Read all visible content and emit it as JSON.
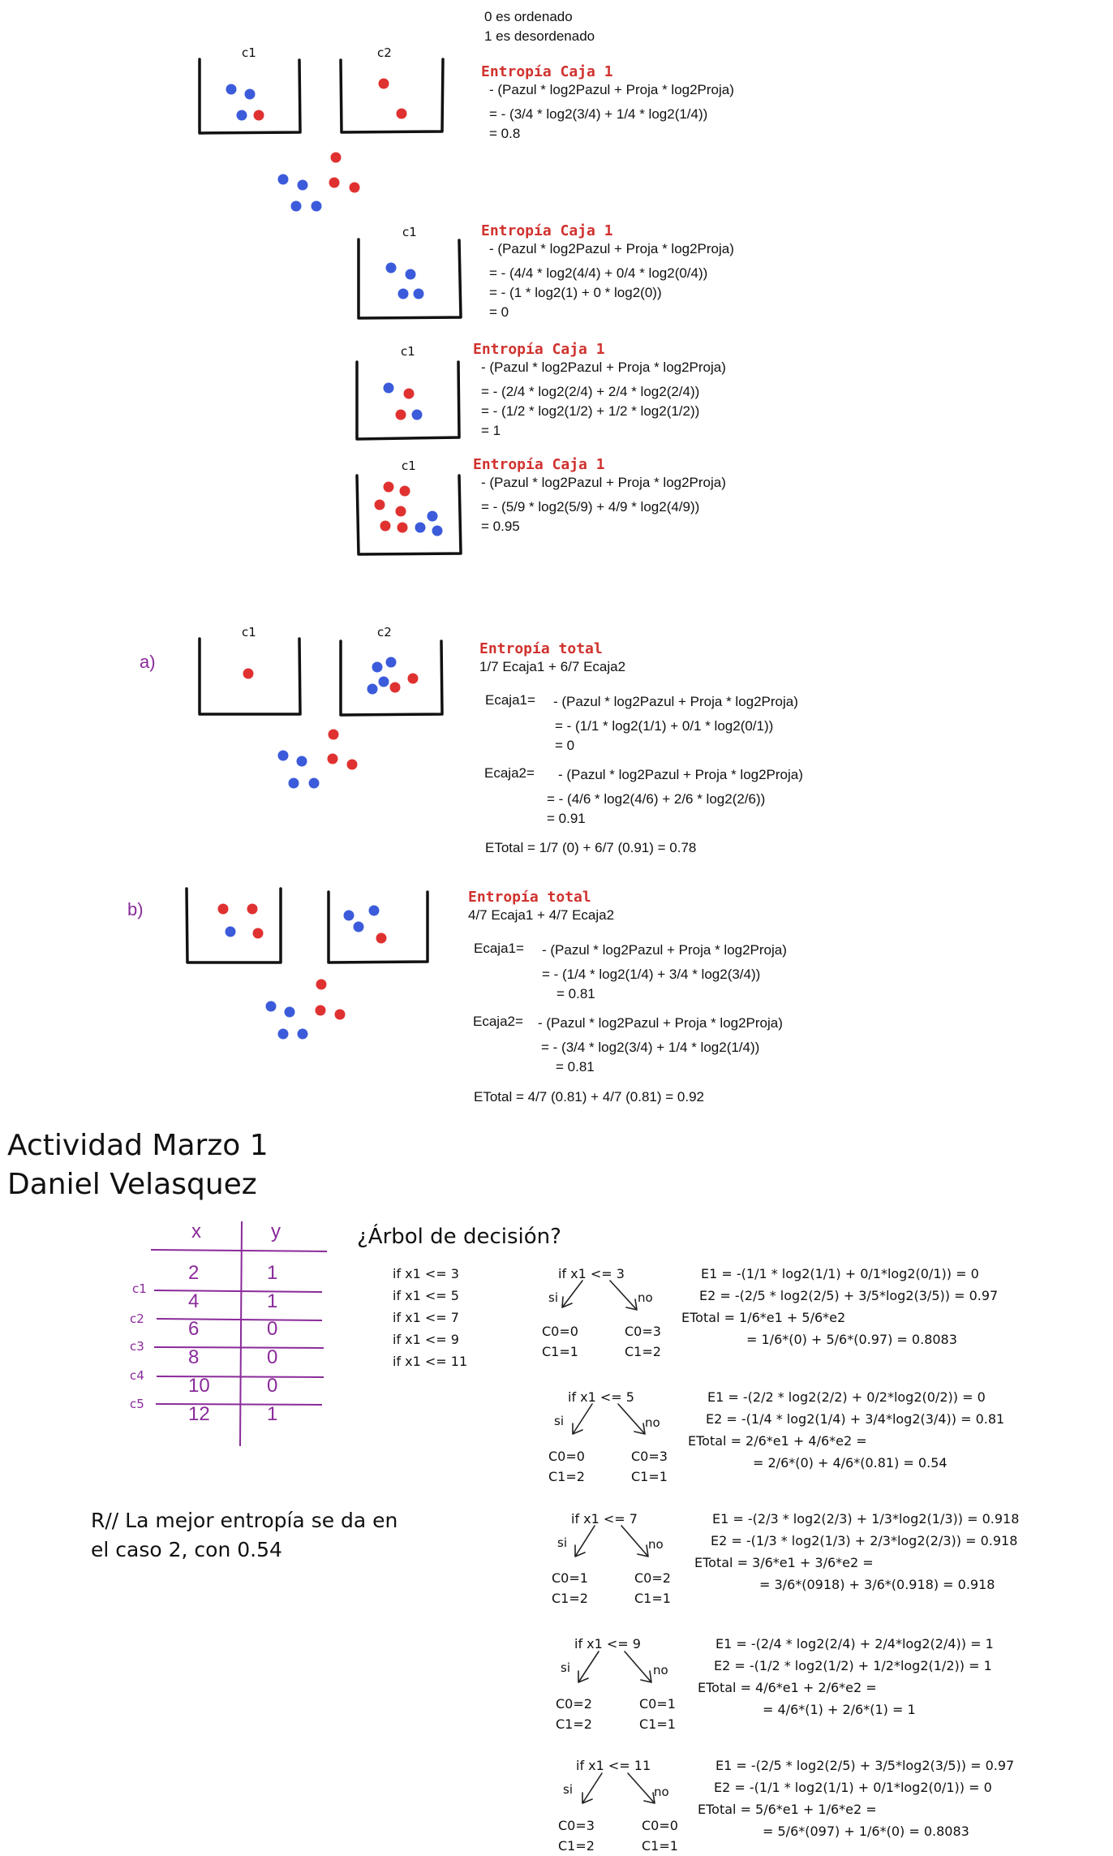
{
  "legend": [
    "0 es ordenado",
    "1 es desordenado"
  ],
  "box_labels": {
    "c1": "c1",
    "c2": "c2"
  },
  "section_labels": {
    "a": "a)",
    "b": "b)"
  },
  "block1": {
    "title": "Entropía Caja 1",
    "lines": [
      "- (Pazul * log2Pazul + Proja * log2Proja)",
      "= - (3/4 * log2(3/4) + 1/4 * log2(1/4))",
      "= 0.8"
    ]
  },
  "block2": {
    "title": "Entropía Caja 1",
    "lines": [
      "- (Pazul * log2Pazul + Proja * log2Proja)",
      "= - (4/4 * log2(4/4) + 0/4 * log2(0/4))",
      "= - (1 * log2(1) + 0 * log2(0))",
      "= 0"
    ]
  },
  "block3": {
    "title": "Entropía Caja 1",
    "lines": [
      "- (Pazul * log2Pazul + Proja * log2Proja)",
      "= - (2/4 * log2(2/4) + 2/4 * log2(2/4))",
      "= - (1/2 * log2(1/2) + 1/2 * log2(1/2))",
      "= 1"
    ]
  },
  "block4": {
    "title": "Entropía Caja 1",
    "lines": [
      "- (Pazul * log2Pazul + Proja * log2Proja)",
      "= - (5/9 * log2(5/9) + 4/9 * log2(4/9))",
      "= 0.95"
    ]
  },
  "sectionA": {
    "title": "Entropía total",
    "formula": "1/7 Ecaja1 + 6/7 Ecaja2",
    "ecaja1_label": "Ecaja1=",
    "ecaja1_lines": [
      "- (Pazul * log2Pazul + Proja * log2Proja)",
      "= - (1/1 * log2(1/1) + 0/1 * log2(0/1))",
      "= 0"
    ],
    "ecaja2_label": "Ecaja2=",
    "ecaja2_lines": [
      "- (Pazul * log2Pazul + Proja * log2Proja)",
      "= - (4/6 * log2(4/6) + 2/6 * log2(2/6))",
      "= 0.91"
    ],
    "etotal": "ETotal = 1/7 (0) + 6/7 (0.91) = 0.78"
  },
  "sectionB": {
    "title": "Entropía total",
    "formula": "4/7 Ecaja1 + 4/7 Ecaja2",
    "ecaja1_label": "Ecaja1=",
    "ecaja1_lines": [
      "- (Pazul * log2Pazul + Proja * log2Proja)",
      "= - (1/4 * log2(1/4) + 3/4 * log2(3/4))",
      "= 0.81"
    ],
    "ecaja2_label": "Ecaja2=",
    "ecaja2_lines": [
      "- (Pazul * log2Pazul + Proja * log2Proja)",
      "= - (3/4 * log2(3/4) + 1/4 * log2(1/4))",
      "= 0.81"
    ],
    "etotal": "ETotal = 4/7 (0.81) + 4/7 (0.81) = 0.92"
  },
  "heading": {
    "line1": "Actividad Marzo 1",
    "line2": "Daniel Velasquez"
  },
  "table": {
    "headers": [
      "x",
      "y"
    ],
    "rows": [
      [
        "2",
        "1"
      ],
      [
        "4",
        "1"
      ],
      [
        "6",
        "0"
      ],
      [
        "8",
        "0"
      ],
      [
        "10",
        "0"
      ],
      [
        "12",
        "1"
      ]
    ],
    "cut_labels": [
      "c1",
      "c2",
      "c3",
      "c4",
      "c5"
    ]
  },
  "question": "¿Árbol de decisión?",
  "conditions": [
    "if x1 <= 3",
    "if x1 <= 5",
    "if x1 <= 7",
    "if x1 <= 9",
    "if x1 <= 11"
  ],
  "answer": [
    "R// La mejor entropía se da en",
    "el caso 2, con 0.54"
  ],
  "branch_labels": {
    "yes": "si",
    "no": "no"
  },
  "trees": [
    {
      "cond": "if x1 <= 3",
      "left": [
        "C0=0",
        "C1=1"
      ],
      "right": [
        "C0=3",
        "C1=2"
      ],
      "calc": [
        "E1 = -(1/1 * log2(1/1) + 0/1*log2(0/1)) = 0",
        "E2 = -(2/5 * log2(2/5) + 3/5*log2(3/5)) = 0.97",
        "ETotal = 1/6*e1 + 5/6*e2",
        "= 1/6*(0) + 5/6*(0.97) = 0.8083"
      ]
    },
    {
      "cond": "if x1 <= 5",
      "left": [
        "C0=0",
        "C1=2"
      ],
      "right": [
        "C0=3",
        "C1=1"
      ],
      "calc": [
        "E1 = -(2/2 * log2(2/2) + 0/2*log2(0/2)) = 0",
        "E2 = -(1/4 * log2(1/4) + 3/4*log2(3/4)) = 0.81",
        "ETotal = 2/6*e1 + 4/6*e2 =",
        "= 2/6*(0) + 4/6*(0.81) = 0.54"
      ]
    },
    {
      "cond": "if x1 <= 7",
      "left": [
        "C0=1",
        "C1=2"
      ],
      "right": [
        "C0=2",
        "C1=1"
      ],
      "calc": [
        "E1 = -(2/3 * log2(2/3) + 1/3*log2(1/3)) = 0.918",
        "E2 = -(1/3 * log2(1/3) + 2/3*log2(2/3)) = 0.918",
        "ETotal = 3/6*e1 + 3/6*e2 =",
        "= 3/6*(0918) + 3/6*(0.918) = 0.918"
      ]
    },
    {
      "cond": "if x1 <= 9",
      "left": [
        "C0=2",
        "C1=2"
      ],
      "right": [
        "C0=1",
        "C1=1"
      ],
      "calc": [
        "E1 = -(2/4 * log2(2/4) + 2/4*log2(2/4)) = 1",
        "E2 = -(1/2 * log2(1/2) + 1/2*log2(1/2)) = 1",
        "ETotal = 4/6*e1 + 2/6*e2 =",
        "= 4/6*(1) + 2/6*(1) = 1"
      ]
    },
    {
      "cond": "if x1 <= 11",
      "left": [
        "C0=3",
        "C1=2"
      ],
      "right": [
        "C0=0",
        "C1=1"
      ],
      "calc": [
        "E1 = -(2/5 * log2(2/5) + 3/5*log2(3/5)) = 0.97",
        "E2 = -(1/1 * log2(1/1) + 0/1*log2(0/1)) = 0",
        "ETotal = 5/6*e1 + 1/6*e2 =",
        "= 5/6*(097) + 1/6*(0) = 0.8083"
      ]
    }
  ],
  "colors": {
    "blue": "#3b5bdb",
    "red": "#e03131",
    "purple": "#8a2a9a",
    "title_red": "#d0322e"
  }
}
